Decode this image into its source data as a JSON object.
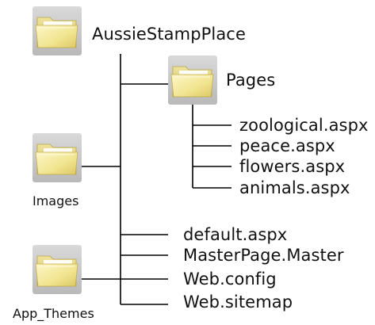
{
  "tree": {
    "root": {
      "label": "AussieStampPlace",
      "icon": "folder-icon"
    },
    "pages_folder": {
      "label": "Pages",
      "icon": "folder-icon"
    },
    "pages_files": [
      "zoological.aspx",
      "peace.aspx",
      "flowers.aspx",
      "animals.aspx"
    ],
    "images_folder": {
      "label": "Images",
      "icon": "folder-icon"
    },
    "root_files": [
      "default.aspx",
      "MasterPage.Master",
      "Web.config",
      "Web.sitemap"
    ],
    "themes_folder": {
      "label": "App_Themes",
      "icon": "folder-icon"
    }
  },
  "colors": {
    "line": "#000000",
    "icon_bg": "#c8c8c8",
    "folder_light": "#fbf3b9",
    "folder_mid": "#ecdd82",
    "folder_dark": "#c9b24a"
  }
}
